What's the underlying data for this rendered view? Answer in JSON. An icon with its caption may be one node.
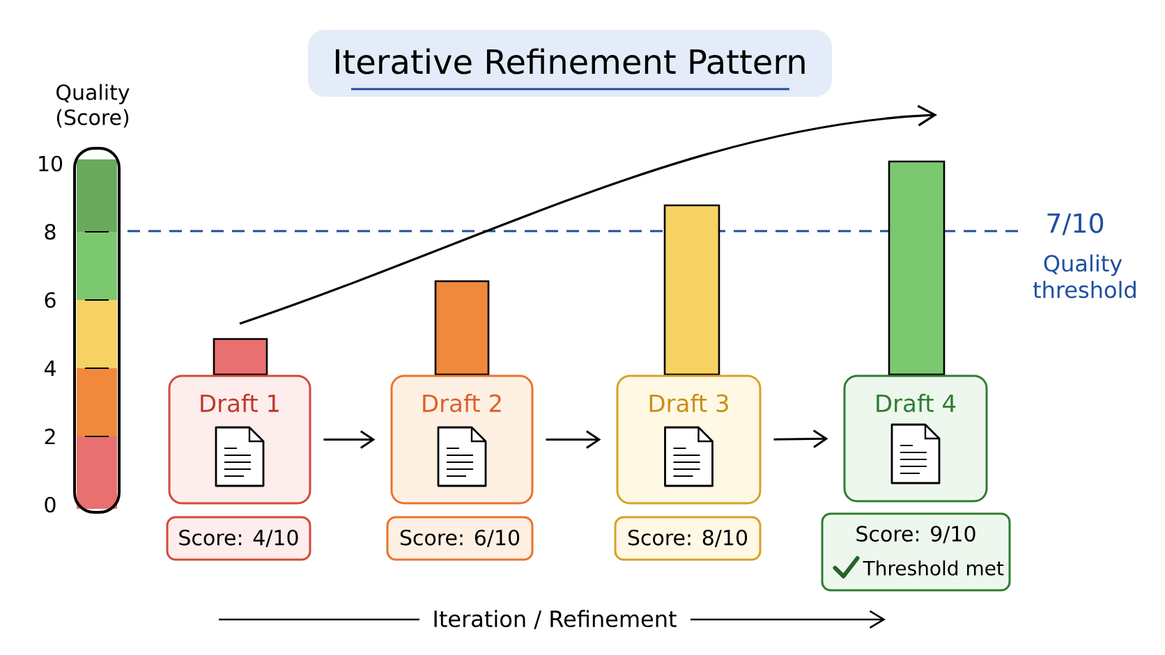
{
  "diagram": {
    "title": "Iterative Refinement Pattern",
    "nodes": [
      {
        "text": [
          "Draft 1"
        ]
      },
      {
        "text": [
          "Draft 2"
        ]
      },
      {
        "text": [
          "Draft 3"
        ]
      },
      {
        "text": [
          "Draft 4"
        ]
      },
      {
        "text": [
          "Score: 4/10"
        ]
      },
      {
        "text": [
          "Score: 6/10"
        ]
      },
      {
        "text": [
          "Score: 8/10"
        ]
      },
      {
        "text": [
          "Score: 9/10",
          "Threshold met"
        ]
      },
      {
        "text": [],
        "shape": "bar"
      },
      {
        "text": [],
        "shape": "bar"
      },
      {
        "text": [],
        "shape": "bar"
      },
      {
        "text": [],
        "shape": "bar"
      }
    ],
    "edges": [
      {
        "from": 0,
        "to": 1,
        "arrow": "to"
      },
      {
        "from": 1,
        "to": 2,
        "arrow": "to"
      },
      {
        "from": 2,
        "to": 3,
        "arrow": "to"
      }
    ],
    "labels": [
      "Quality (Score)",
      "10",
      "8",
      "6",
      "4",
      "2",
      "0",
      "7/10",
      "Quality threshold",
      "Iteration / Refinement"
    ]
  }
}
